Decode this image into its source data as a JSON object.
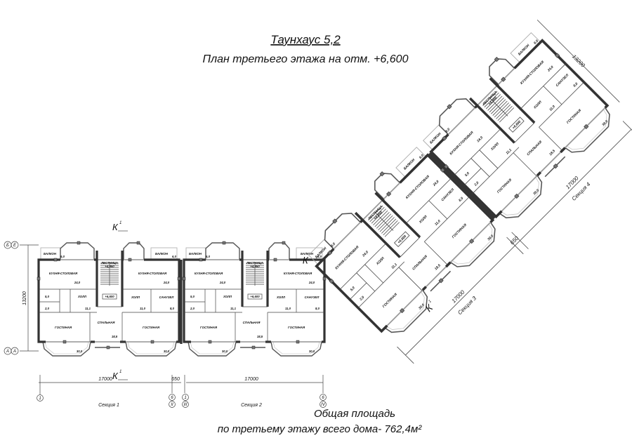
{
  "header": {
    "title": "Таунхаус 5,2",
    "subtitle": "План третьего этажа на отм. +6,600"
  },
  "footer": {
    "line1": "Общая площадь",
    "line2": "по третьему этажу всего дома- 762,4м²"
  },
  "rooms": {
    "balcony": "БАЛКОН",
    "balcony_area": "6,0",
    "kitchen": "КУХНЯ-СТОЛОВАЯ",
    "kitchen_area": "24,0",
    "bath_area": "5,0",
    "wc_area": "2,0",
    "hall": "ХОЛЛ",
    "hall_left_area": "11,1",
    "hall_right_area": "11,0",
    "stair": "ЛЕСТНИЦА",
    "stair_level": "+4,950",
    "landing_level": "+6,600",
    "bedroom": "СПАЛЬНАЯ",
    "bedroom_area": "18,5",
    "living": "ГОСТИНАЯ",
    "living_area": "30,0",
    "sanuzel": "САНУЗЕЛ",
    "sanuzel_area": "8,0"
  },
  "dimensions": {
    "section_length": "17000",
    "gap": "650",
    "depth": "13200"
  },
  "axes": {
    "top_left": "Б",
    "top_right": "Е",
    "bottom_left": "А",
    "bottom_right": "А",
    "a1": "1",
    "a6": "6",
    "r2": "II",
    "r3": "III",
    "r4": "IV"
  },
  "section_mark": "К",
  "section_mark_sup": "1",
  "sections": [
    "Секция 1",
    "Секция 2",
    "Секция 3",
    "Секция 4"
  ]
}
